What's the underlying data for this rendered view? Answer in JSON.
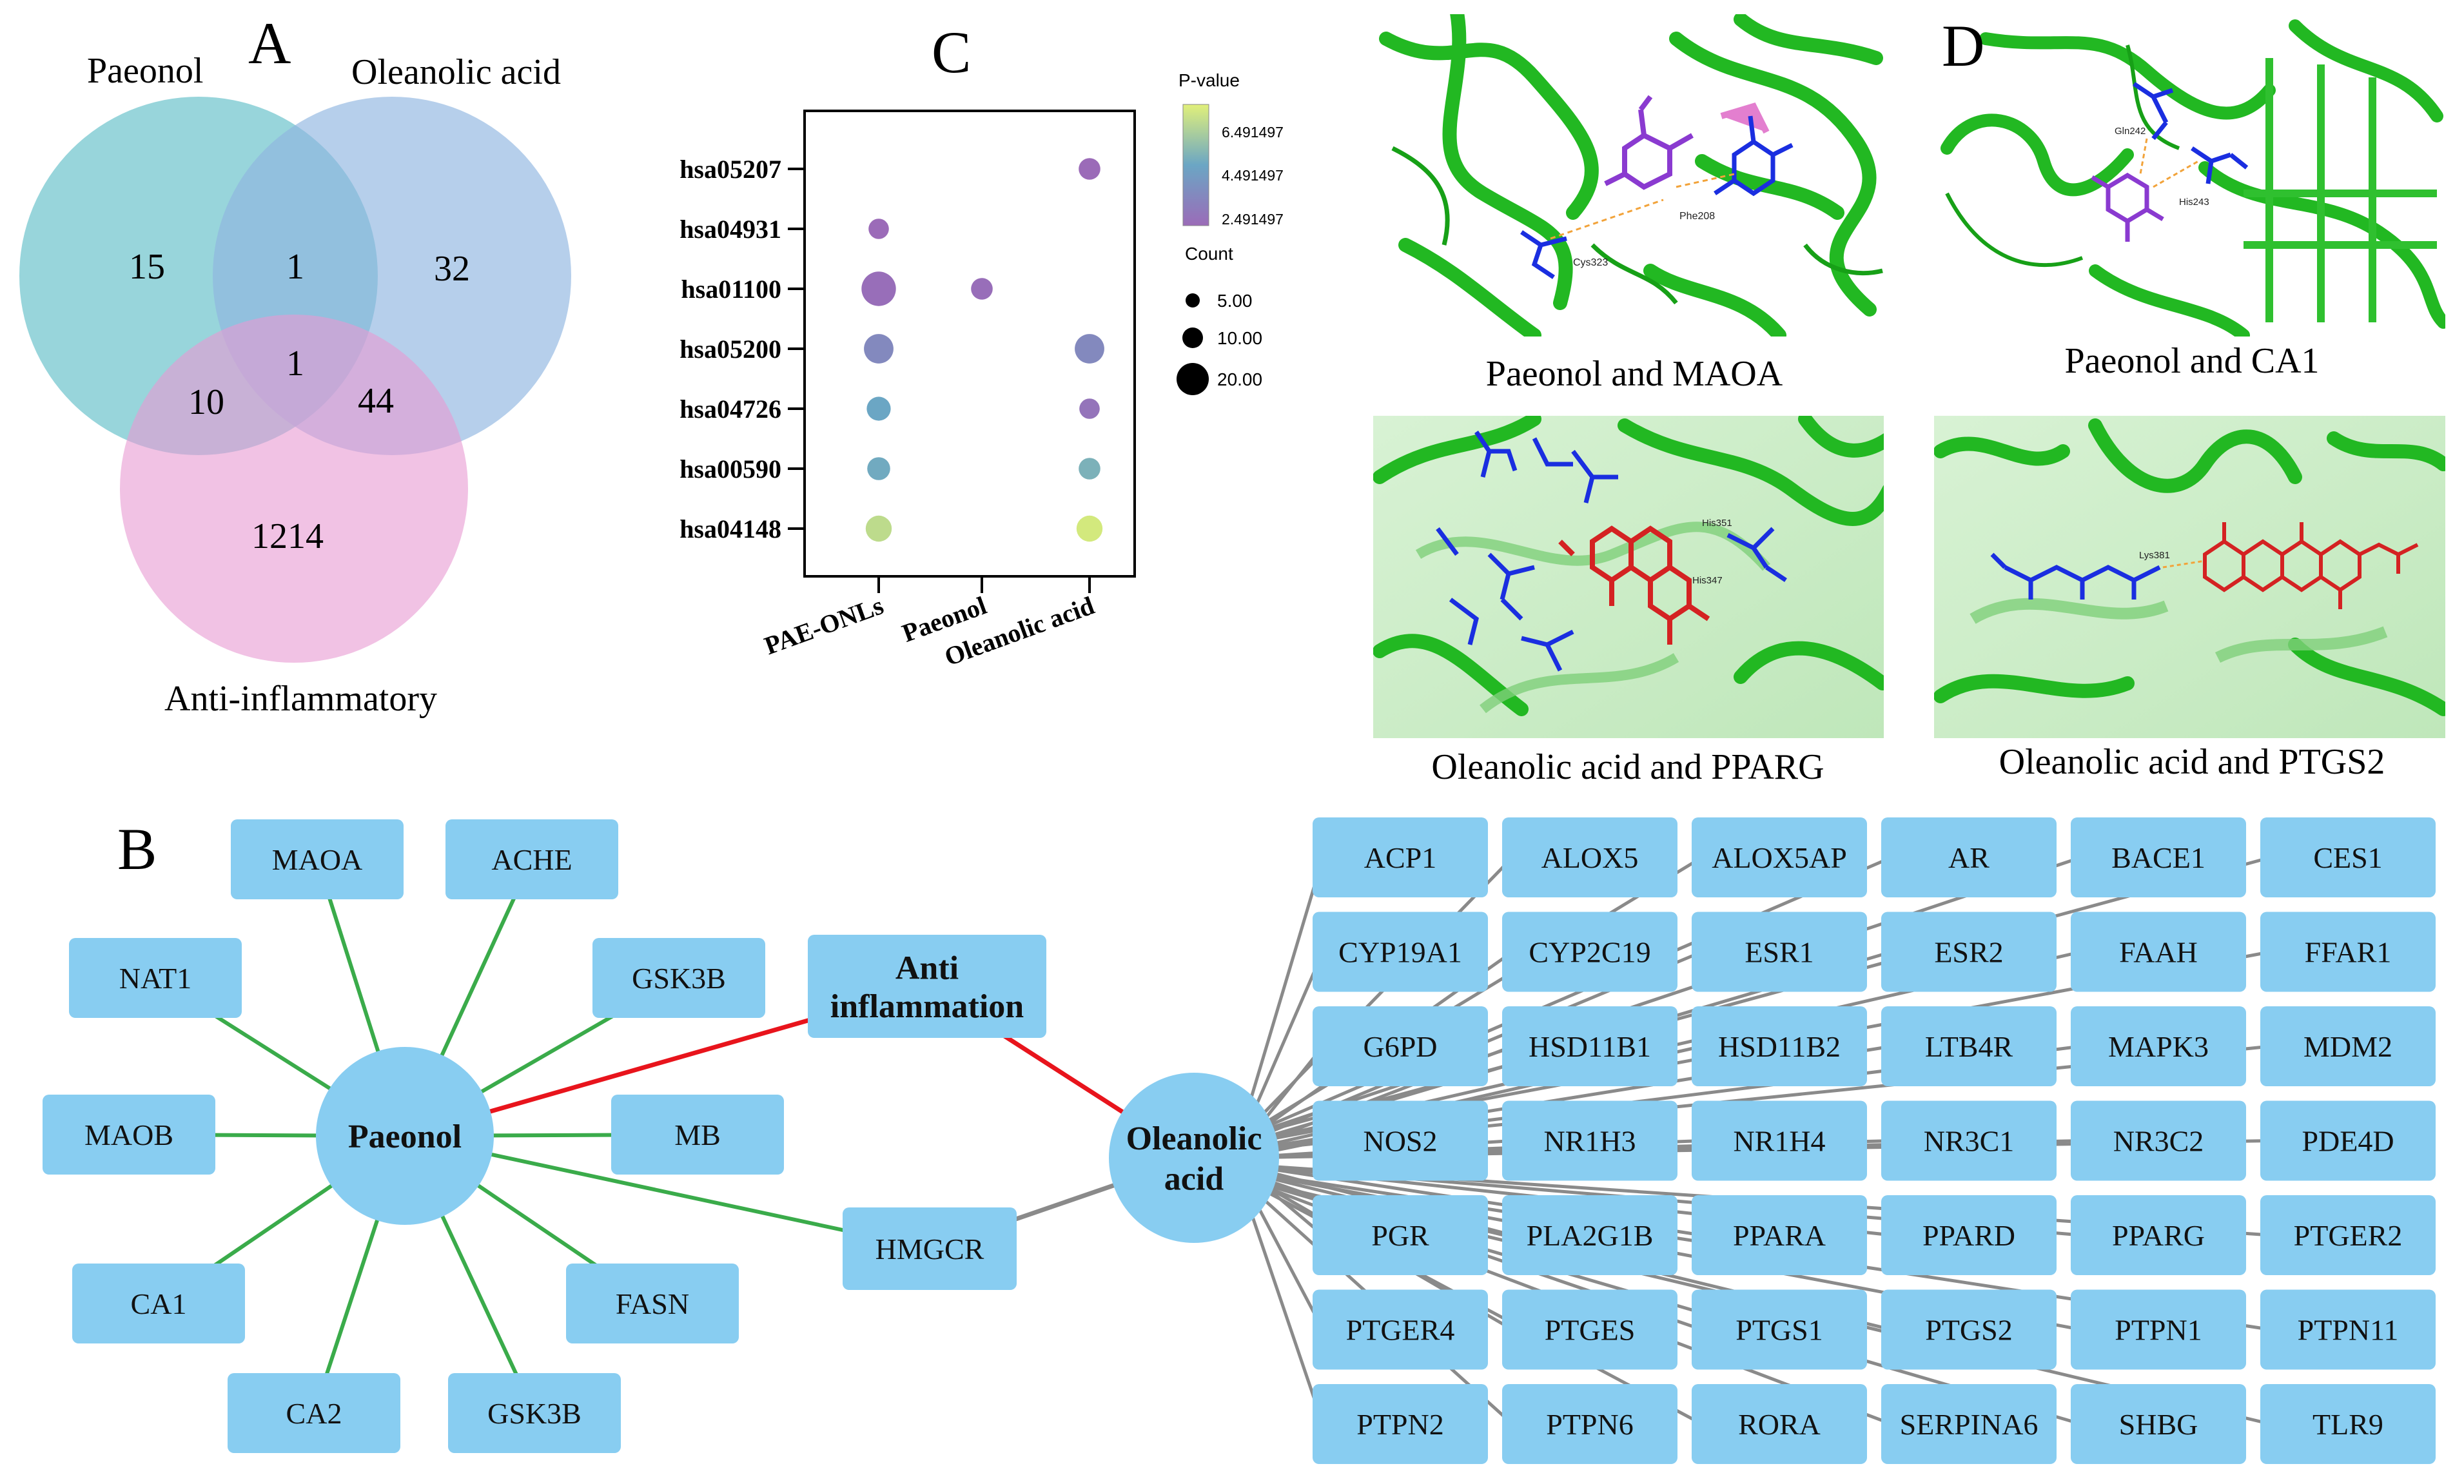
{
  "panel_a": {
    "letter": "A",
    "set1": "Paeonol",
    "set2": "Oleanolic acid",
    "set3": "Anti-inflammatory",
    "values": {
      "only1": "15",
      "s12": "1",
      "only2": "32",
      "s123": "1",
      "s13": "10",
      "s23": "44",
      "only3": "1214"
    },
    "colors": {
      "set1": "#6cc3cc",
      "set2": "#8fb6e0",
      "set3": "#e79ad2"
    }
  },
  "panel_c": {
    "letter": "C",
    "legend_title": "P-value",
    "legend_ticks": [
      "6.491497",
      "4.491497",
      "2.491497"
    ],
    "count_title": "Count",
    "count_ticks": [
      "5.00",
      "10.00",
      "20.00"
    ]
  },
  "chart_data": {
    "type": "scatter",
    "categories_y": [
      "hsa05207",
      "hsa04931",
      "hsa01100",
      "hsa05200",
      "hsa04726",
      "hsa00590",
      "hsa04148"
    ],
    "categories_x": [
      "PAE-ONLs",
      "Paeonol",
      "Oleanolic acid"
    ],
    "colorbar": {
      "label": "P-value",
      "min": 2.491497,
      "max": 6.491497,
      "colors": [
        "#9b6bb8",
        "#6ba6c4",
        "#d8ec7a"
      ]
    },
    "size_legend": {
      "label": "Count",
      "values": [
        5,
        10,
        20
      ]
    },
    "points": [
      {
        "x": "Oleanolic acid",
        "y": "hsa05207",
        "count": 5,
        "p": 2.5
      },
      {
        "x": "PAE-ONLs",
        "y": "hsa04931",
        "count": 4,
        "p": 2.5
      },
      {
        "x": "PAE-ONLs",
        "y": "hsa01100",
        "count": 20,
        "p": 2.6
      },
      {
        "x": "Paeonol",
        "y": "hsa01100",
        "count": 5,
        "p": 2.6
      },
      {
        "x": "PAE-ONLs",
        "y": "hsa05200",
        "count": 13,
        "p": 3.5
      },
      {
        "x": "Oleanolic acid",
        "y": "hsa05200",
        "count": 13,
        "p": 3.5
      },
      {
        "x": "PAE-ONLs",
        "y": "hsa04726",
        "count": 7,
        "p": 4.5
      },
      {
        "x": "Oleanolic acid",
        "y": "hsa04726",
        "count": 4,
        "p": 2.8
      },
      {
        "x": "PAE-ONLs",
        "y": "hsa00590",
        "count": 6,
        "p": 4.6
      },
      {
        "x": "Oleanolic acid",
        "y": "hsa00590",
        "count": 5,
        "p": 4.8
      },
      {
        "x": "PAE-ONLs",
        "y": "hsa04148",
        "count": 9,
        "p": 6.0
      },
      {
        "x": "Oleanolic acid",
        "y": "hsa04148",
        "count": 9,
        "p": 6.4
      }
    ]
  },
  "panel_d": {
    "letter": "D",
    "captions": [
      "Paeonol and MAOA",
      "Paeonol and CA1",
      "Oleanolic acid and PPARG",
      "Oleanolic acid and PTGS2"
    ],
    "residues": {
      "maoa": [
        "Cys323",
        "Phe208"
      ],
      "ca1": [
        "Gln242",
        "His243"
      ],
      "pparg": [
        "His351",
        "His347"
      ],
      "ptgs2": [
        "Lys381"
      ]
    }
  },
  "panel_b": {
    "letter": "B",
    "hub_paeonol": "Paeonol",
    "hub_oleanolic": [
      "Oleanolic",
      "acid"
    ],
    "anti_inflammation": [
      "Anti",
      "inflammation"
    ],
    "paeonol_targets": [
      "MAOA",
      "ACHE",
      "NAT1",
      "GSK3B",
      "MAOB",
      "MB",
      "CA1",
      "FASN",
      "CA2",
      "GSK3B"
    ],
    "shared_target": "HMGCR",
    "oleanolic_targets": [
      [
        "ACP1",
        "ALOX5",
        "ALOX5AP",
        "AR",
        "BACE1",
        "CES1"
      ],
      [
        "CYP19A1",
        "CYP2C19",
        "ESR1",
        "ESR2",
        "FAAH",
        "FFAR1"
      ],
      [
        "G6PD",
        "HSD11B1",
        "HSD11B2",
        "LTB4R",
        "MAPK3",
        "MDM2"
      ],
      [
        "NOS2",
        "NR1H3",
        "NR1H4",
        "NR3C1",
        "NR3C2",
        "PDE4D"
      ],
      [
        "PGR",
        "PLA2G1B",
        "PPARA",
        "PPARD",
        "PPARG",
        "PTGER2"
      ],
      [
        "PTGER4",
        "PTGES",
        "PTGS1",
        "PTGS2",
        "PTPN1",
        "PTPN11"
      ],
      [
        "PTPN2",
        "PTPN6",
        "RORA",
        "SERPINA6",
        "SHBG",
        "TLR9"
      ]
    ],
    "colors": {
      "node": "#88cdf1",
      "green_edge": "#3aab4a",
      "red_edge": "#e8141c",
      "gray_edge": "#8a8a8a"
    }
  }
}
